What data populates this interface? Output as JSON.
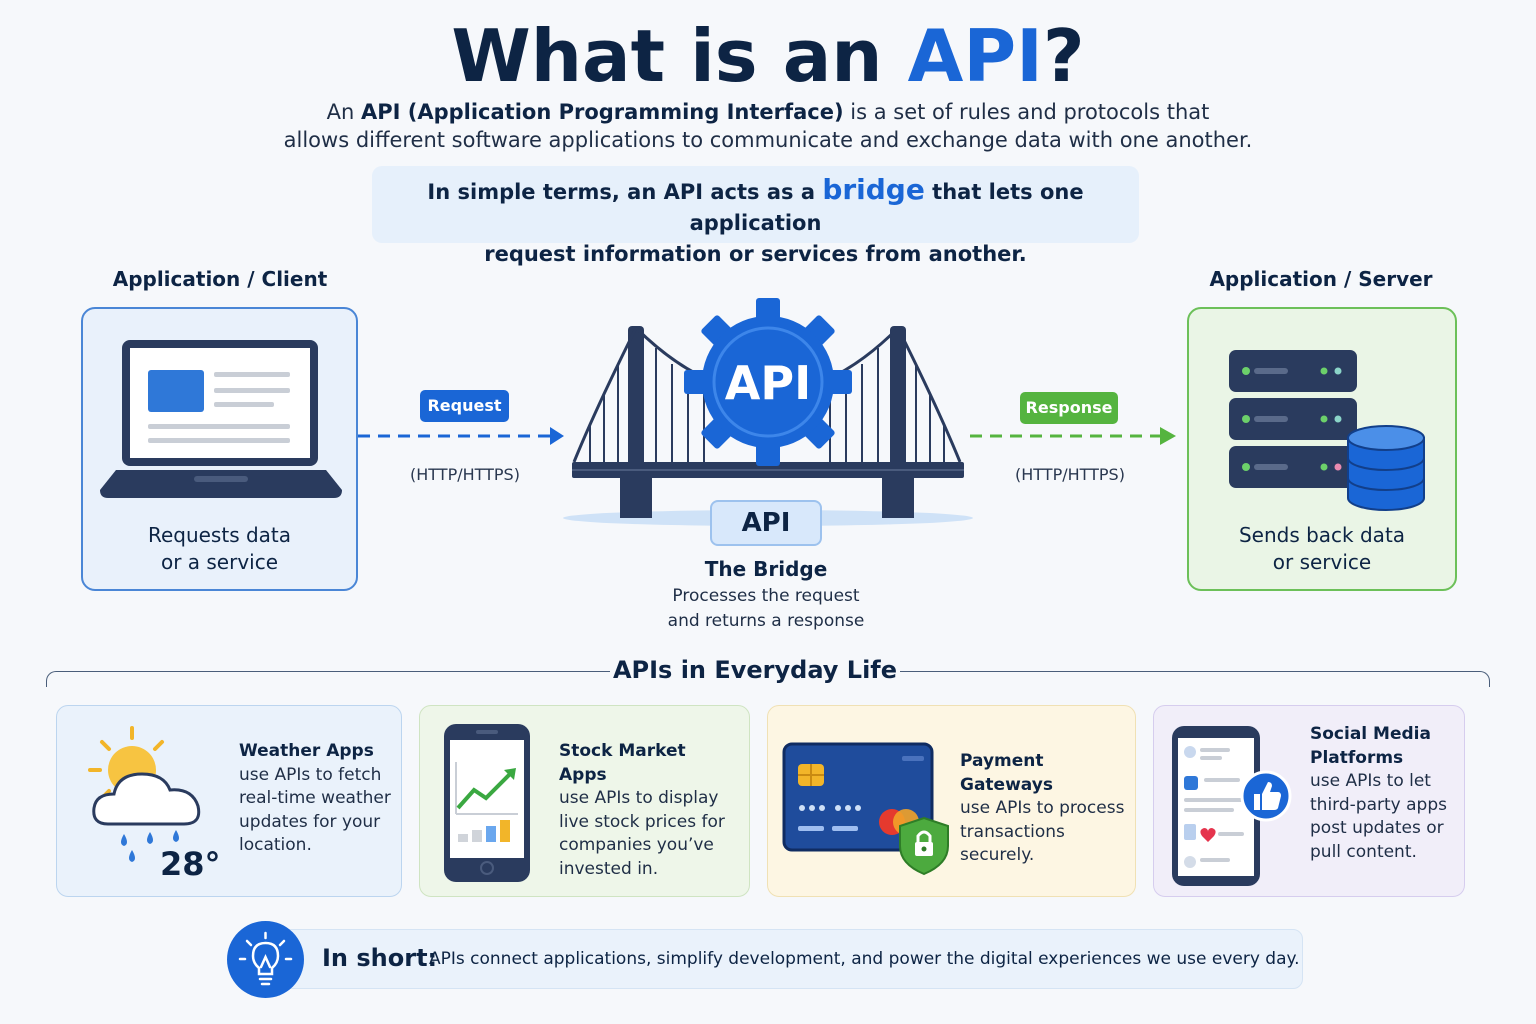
{
  "header": {
    "title_prefix": "What is an ",
    "title_accent": "API",
    "title_suffix": "?",
    "intro_pre": "An ",
    "intro_bold": "API (Application Programming Interface)",
    "intro_post": " is a set of rules and protocols that",
    "intro_line2": "allows different software applications to communicate and exchange data with one another.",
    "simple_pre": "In simple terms, an API acts as a ",
    "simple_accent": "bridge",
    "simple_post": " that lets one application",
    "simple_line2": "request information or services from another."
  },
  "diagram": {
    "client_label": "Application / Client",
    "client_caption_1": "Requests data",
    "client_caption_2": "or a service",
    "server_label": "Application / Server",
    "server_caption_1": "Sends back data",
    "server_caption_2": "or service",
    "request_label": "Request",
    "response_label": "Response",
    "request_protocol": "(HTTP/HTTPS)",
    "response_protocol": "(HTTP/HTTPS)",
    "gear_label": "API",
    "bridge_tag": "API",
    "bridge_title": "The Bridge",
    "bridge_desc_1": "Processes the request",
    "bridge_desc_2": "and returns a response"
  },
  "everyday": {
    "title": "APIs in Everyday Life",
    "cards": [
      {
        "title": "Weather Apps",
        "lines": [
          "use APIs to fetch",
          "real-time weather",
          "updates for your",
          "location."
        ],
        "icon": "weather-icon",
        "extra": "28°"
      },
      {
        "title": "Stock Market Apps",
        "lines": [
          "use APIs to display",
          "live stock prices for",
          "companies you’ve",
          "invested in."
        ],
        "icon": "stock-chart-phone-icon"
      },
      {
        "title": "Payment Gateways",
        "lines": [
          "use APIs to process",
          "transactions",
          "securely."
        ],
        "icon": "credit-card-icon"
      },
      {
        "title_1": "Social Media",
        "title_2": "Platforms",
        "lines": [
          "use APIs to let",
          "third-party apps",
          "post updates or",
          "pull content."
        ],
        "icon": "social-phone-icon"
      }
    ]
  },
  "footer": {
    "label": "In short:",
    "text": "APIs connect applications, simplify development, and power the digital experiences we use every day."
  },
  "colors": {
    "navy": "#0d2444",
    "blue": "#1a66d6",
    "green": "#55b43f"
  }
}
